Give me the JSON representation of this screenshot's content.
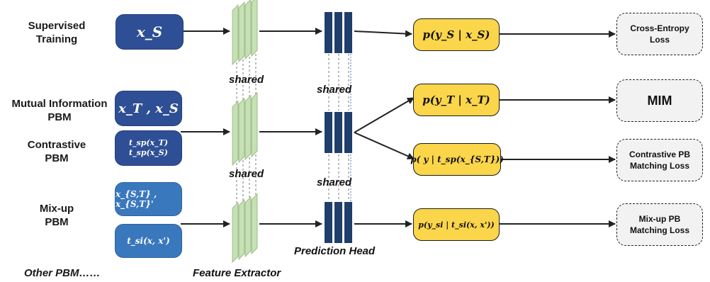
{
  "rows": {
    "supervised": "Supervised\nTraining",
    "mim": "Mutual Information\nPBM",
    "contrastive": "Contrastive\nPBM",
    "mixup": "Mix-up\nPBM",
    "other": "Other PBM……"
  },
  "inputs": {
    "xs": "x_S",
    "xt_xs": "x_T , x_S",
    "tsp_xt": "t_sp(x_T)",
    "tsp_xs": "t_sp(x_S)",
    "xst": "x_{S,T} , x_{S,T}'",
    "tsi": "t_si(x, x')"
  },
  "notes": {
    "shared_fe_top": "shared",
    "shared_ph_top": "shared",
    "shared_fe_bottom": "shared",
    "shared_ph_bottom": "shared",
    "feature_extractor": "Feature Extractor",
    "prediction_head": "Prediction Head"
  },
  "outputs": {
    "p_s": "p(y_S | x_S)",
    "p_t": "p(y_T | x_T)",
    "p_sp": "p( y | t_sp(x_{S,T}))",
    "p_si": "p(y_si | t_si(x, x'))"
  },
  "losses": {
    "cross_entropy": "Cross-Entropy\nLoss",
    "mim": "MIM",
    "contrastive": "Contrastive PB\nMatching Loss",
    "mixup": "Mix-up PB\nMatching Loss"
  },
  "colors": {
    "input_dark": "#2e4f95",
    "input_light": "#3a78bd",
    "extractor": "#c6dfb4",
    "head": "#1f3e6b",
    "prob": "#fbd54a",
    "loss": "#f2f2f2"
  }
}
